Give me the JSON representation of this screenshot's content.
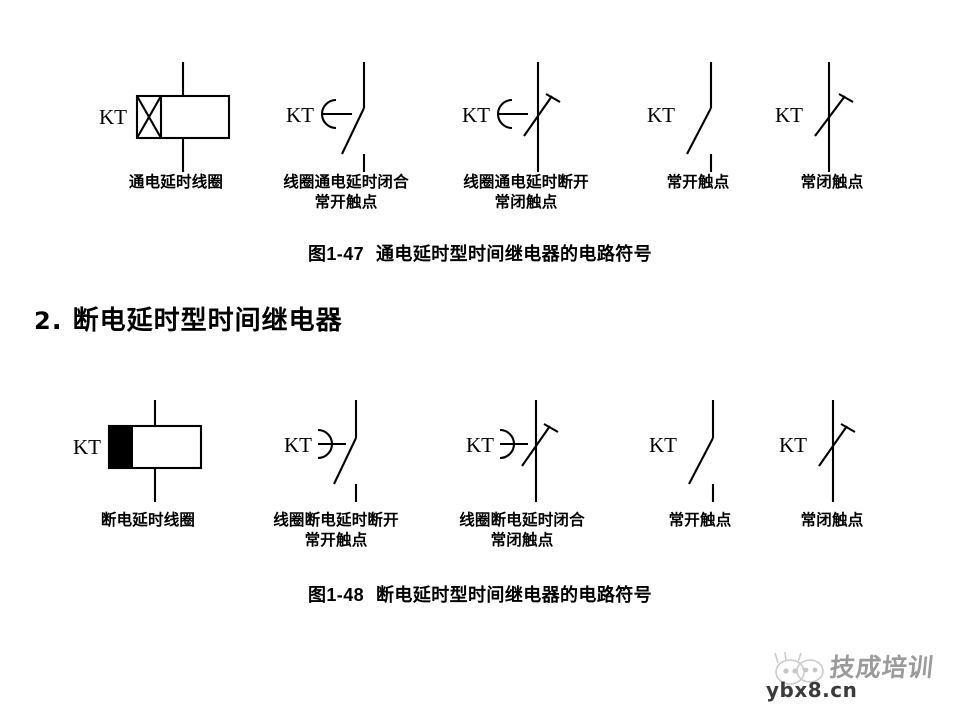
{
  "document": {
    "type": "textbook-slide",
    "background": "#ffffff",
    "ink": "#000000"
  },
  "section_heading": {
    "number": "2",
    "separator": ".",
    "title": "断电延时型时间继电器"
  },
  "figure_47": {
    "caption_number": "图1-47",
    "caption_title": "通电延时型时间继电器的电路符号",
    "symbols": [
      {
        "designator": "KT",
        "glyph": "on-delay-coil",
        "label_line1": "通电延时线圈",
        "label_line2": ""
      },
      {
        "designator": "KT",
        "glyph": "on-delay-no-contact",
        "label_line1": "线圈通电延时闭合",
        "label_line2": "常开触点"
      },
      {
        "designator": "KT",
        "glyph": "on-delay-nc-contact",
        "label_line1": "线圈通电延时断开",
        "label_line2": "常闭触点"
      },
      {
        "designator": "KT",
        "glyph": "no-contact",
        "label_line1": "常开触点",
        "label_line2": ""
      },
      {
        "designator": "KT",
        "glyph": "nc-contact",
        "label_line1": "常闭触点",
        "label_line2": ""
      }
    ]
  },
  "figure_48": {
    "caption_number": "图1-48",
    "caption_title": "断电延时型时间继电器的电路符号",
    "symbols": [
      {
        "designator": "KT",
        "glyph": "off-delay-coil",
        "label_line1": "断电延时线圈",
        "label_line2": ""
      },
      {
        "designator": "KT",
        "glyph": "off-delay-no-contact",
        "label_line1": "线圈断电延时断开",
        "label_line2": "常开触点"
      },
      {
        "designator": "KT",
        "glyph": "off-delay-nc-contact",
        "label_line1": "线圈断电延时闭合",
        "label_line2": "常闭触点"
      },
      {
        "designator": "KT",
        "glyph": "no-contact",
        "label_line1": "常开触点",
        "label_line2": ""
      },
      {
        "designator": "KT",
        "glyph": "nc-contact",
        "label_line1": "常闭触点",
        "label_line2": ""
      }
    ]
  },
  "watermark": {
    "brand": "技成培训",
    "url": "ybx8.cn"
  }
}
